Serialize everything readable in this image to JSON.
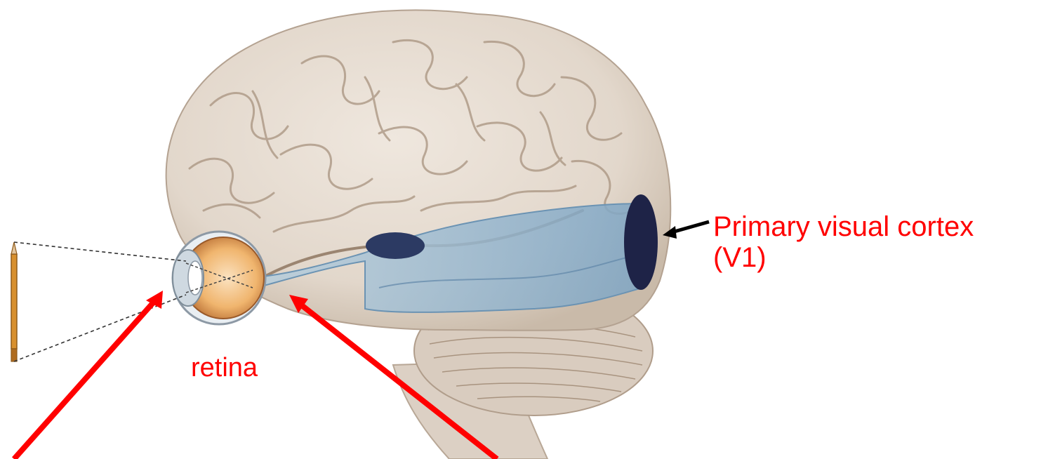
{
  "labels": {
    "v1_line1": "Primary visual cortex",
    "v1_line2": "(V1)",
    "retina": "retina"
  },
  "colors": {
    "label_text": "#ff0000",
    "red_arrow": "#ff0000",
    "black_arrow": "#000000",
    "brain_fill": "#e6ddd3",
    "brain_shadow": "#cdbfb1",
    "visual_pathway": "#8fb2cc",
    "v1_region": "#1e2347",
    "lgn_region": "#2c3a63",
    "eyeball": "#e8a45a",
    "pencil": "#d8902e"
  },
  "icons": {
    "brain": "brain-illustration",
    "eye": "eyeball-illustration",
    "object": "pencil-object"
  }
}
